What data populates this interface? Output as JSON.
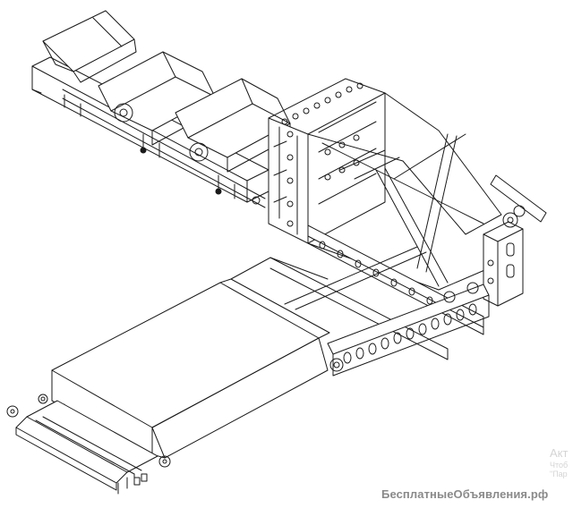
{
  "watermark": {
    "activate_line1": "Акт",
    "activate_line2": "Чтоб",
    "activate_line3": "\"Пар",
    "site": "БесплатныеОбъявления.рф"
  },
  "colors": {
    "background": "#ffffff",
    "stroke": "#1a1a1a",
    "watermark_text": "#8a8a8a",
    "activate_text": "#d4d4d4"
  },
  "drawing": {
    "style": "isometric line drawing",
    "subject": "conveyor machine assembly",
    "components": [
      "upper-roller-conveyor",
      "frame-tower",
      "diagonal-braces",
      "right-drive-column",
      "side-rail-conveyor",
      "large-hood",
      "front-end-assembly"
    ]
  }
}
